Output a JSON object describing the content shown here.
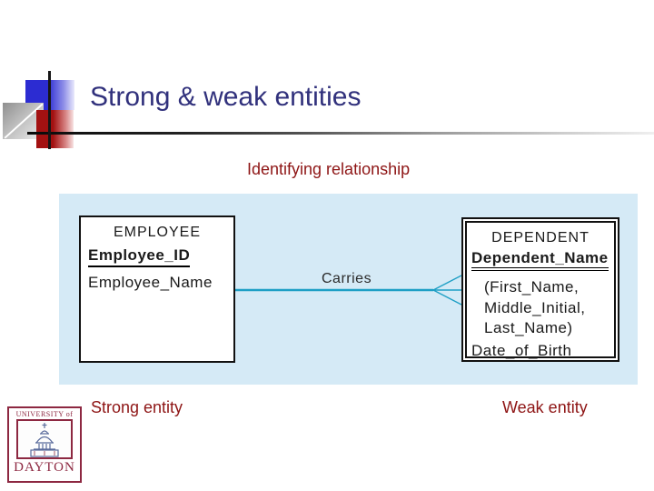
{
  "slide": {
    "title": "Strong & weak entities",
    "subtitle": "Identifying relationship",
    "captions": {
      "strong": "Strong entity",
      "weak": "Weak entity"
    }
  },
  "diagram": {
    "relationship": {
      "label": "Carries",
      "cardinality_icon": "crows-foot-many"
    },
    "strong_entity": {
      "name": "EMPLOYEE",
      "key_attribute": "Employee_ID",
      "attribute": "Employee_Name"
    },
    "weak_entity": {
      "name": "DEPENDENT",
      "partial_key": "Dependent_Name",
      "composite_parts": [
        "(First_Name,",
        "Middle_Initial,",
        "Last_Name)"
      ],
      "attribute": "Date_of_Birth"
    }
  },
  "logo": {
    "line1": "UNIVERSITY of",
    "line2": "DAYTON"
  },
  "colors": {
    "title_text": "#31317C",
    "red_text": "#8E1515",
    "panel_bg": "#D5EAF6",
    "relationship_line": "#1E9FC5",
    "entity_border": "#111111",
    "logo_maroon": "#8D2841",
    "decor_blue": "#2C2CD2",
    "decor_red": "#A31111"
  }
}
